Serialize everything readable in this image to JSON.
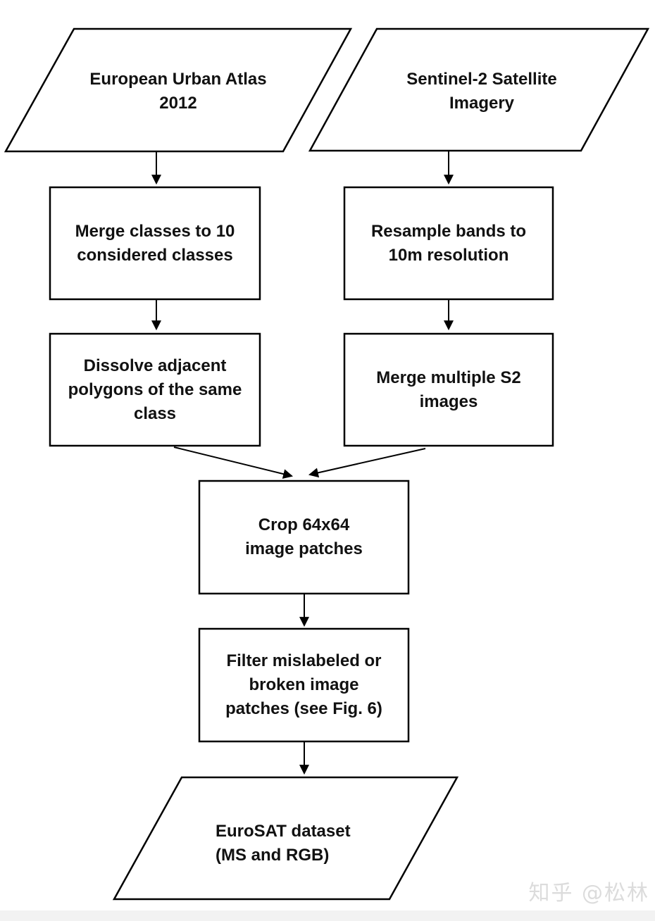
{
  "flowchart": {
    "nodes": [
      {
        "id": "urban-atlas",
        "shape": "parallelogram",
        "lines": [
          "European Urban Atlas",
          "2012"
        ]
      },
      {
        "id": "sentinel-2",
        "shape": "parallelogram",
        "lines": [
          "Sentinel-2 Satellite",
          "Imagery"
        ]
      },
      {
        "id": "merge-classes",
        "shape": "rectangle",
        "lines": [
          "Merge classes to 10",
          "considered classes"
        ]
      },
      {
        "id": "resample-bands",
        "shape": "rectangle",
        "lines": [
          "Resample bands to",
          "10m resolution"
        ]
      },
      {
        "id": "dissolve-polygons",
        "shape": "rectangle",
        "lines": [
          "Dissolve adjacent",
          "polygons of the same",
          "class"
        ]
      },
      {
        "id": "merge-s2",
        "shape": "rectangle",
        "lines": [
          "Merge multiple S2",
          "images"
        ]
      },
      {
        "id": "crop-patches",
        "shape": "rectangle",
        "lines": [
          "Crop 64x64",
          "image patches"
        ]
      },
      {
        "id": "filter-patches",
        "shape": "rectangle",
        "lines": [
          "Filter mislabeled or",
          "broken image",
          "patches (see Fig. 6)"
        ]
      },
      {
        "id": "eurosat-dataset",
        "shape": "parallelogram",
        "lines": [
          "EuroSAT dataset",
          "(MS and RGB)"
        ]
      }
    ],
    "edges": [
      {
        "from": "urban-atlas",
        "to": "merge-classes"
      },
      {
        "from": "sentinel-2",
        "to": "resample-bands"
      },
      {
        "from": "merge-classes",
        "to": "dissolve-polygons"
      },
      {
        "from": "resample-bands",
        "to": "merge-s2"
      },
      {
        "from": "dissolve-polygons",
        "to": "crop-patches"
      },
      {
        "from": "merge-s2",
        "to": "crop-patches"
      },
      {
        "from": "crop-patches",
        "to": "filter-patches"
      },
      {
        "from": "filter-patches",
        "to": "eurosat-dataset"
      }
    ]
  },
  "watermark": {
    "text": "知乎 @松林"
  },
  "colors": {
    "background": "#ffffff",
    "stroke": "#000000",
    "text": "#111111",
    "watermark_text": "#dcdcdc",
    "footer_strip": "#f2f2f2"
  }
}
